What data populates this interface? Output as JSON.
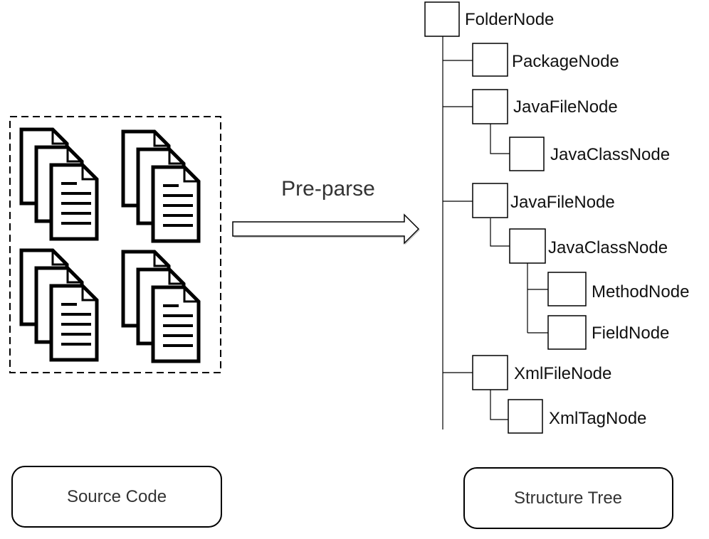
{
  "source_panel": {
    "caption": "Source Code",
    "document_icon_groups": 4,
    "pages_per_group": 3
  },
  "transform_arrow": {
    "label": "Pre-parse"
  },
  "structure_tree": {
    "caption": "Structure Tree",
    "root": "FolderNode",
    "children": [
      {
        "label": "PackageNode",
        "children": []
      },
      {
        "label": "JavaFileNode",
        "children": [
          {
            "label": "JavaClassNode",
            "children": []
          }
        ]
      },
      {
        "label": "JavaFileNode",
        "children": [
          {
            "label": "JavaClassNode",
            "children": [
              {
                "label": "MethodNode"
              },
              {
                "label": "FieldNode"
              }
            ]
          }
        ]
      },
      {
        "label": "XmlFileNode",
        "children": [
          {
            "label": "XmlTagNode"
          }
        ]
      }
    ]
  },
  "colors": {
    "stroke": "#000000",
    "text": "#111111",
    "caption_text": "#333333",
    "arrow_fill": "#ffffff",
    "background": "#ffffff"
  }
}
